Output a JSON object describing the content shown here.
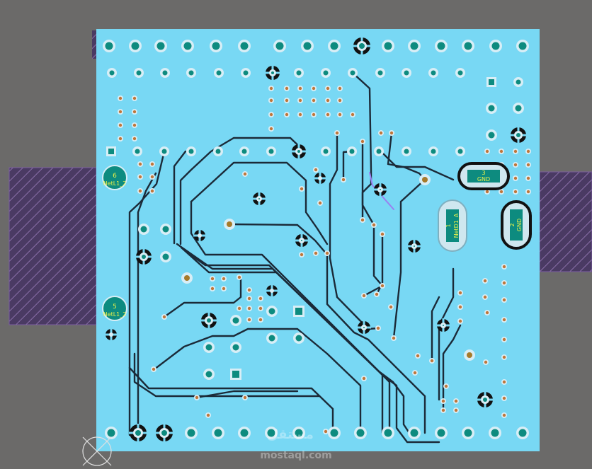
{
  "colors": {
    "background": "#6b6a69",
    "board": "#78d8f4",
    "copper_trace": "#1b2a38",
    "pad_ring": "#d8eef6",
    "pad_core": "#0d8b7f",
    "hatch_fill": "#4a3a63",
    "hatch_line": "#8a6fa8",
    "via": "#c0763a",
    "silk_text": "#e8f04a"
  },
  "components": {
    "netl1_top": {
      "pin": "6",
      "net": "NetL1_2"
    },
    "netl1_bottom": {
      "pin": "5",
      "net": "NetL1_2"
    },
    "gnd_horizontal": {
      "pin": "3",
      "net": "GND"
    },
    "gnd_vertical": {
      "pin": "2",
      "net": "GND"
    },
    "netd1_vertical": {
      "pin": "1",
      "net": "NetD1_A"
    }
  },
  "watermark": {
    "line1": "مستقل",
    "line2": "mostaql.com"
  }
}
